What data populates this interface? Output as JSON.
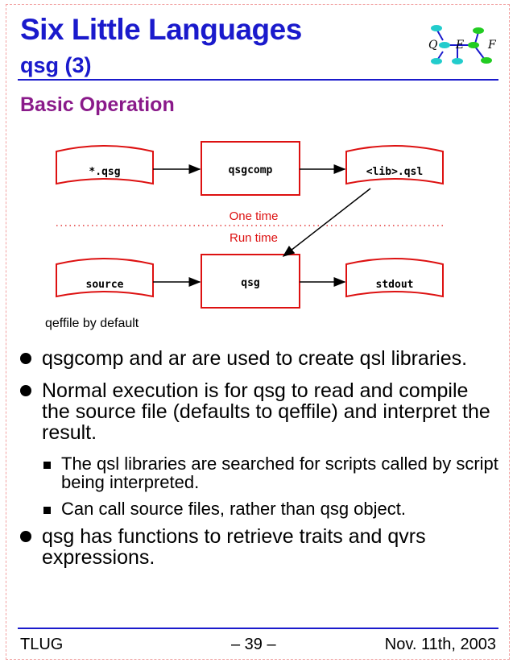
{
  "header": {
    "title": "Six Little Languages",
    "subtitle": "qsg (3)",
    "logo_letters": [
      "Q",
      "E",
      "F"
    ]
  },
  "section_title": "Basic Operation",
  "diagram": {
    "qsg_file": "*.qsg",
    "qsgcomp": "qsgcomp",
    "lib_qsl": "<lib>.qsl",
    "one_time": "One time",
    "run_time": "Run time",
    "source": "source",
    "qsg": "qsg",
    "stdout": "stdout",
    "source_note": "qeffile by default"
  },
  "bullets": {
    "b1": "qsgcomp and ar are used to create qsl libraries.",
    "b2": "Normal execution is for qsg to read and compile the source file (defaults to qeffile) and interpret the result.",
    "b2_sub1": "The qsl libraries are searched for scripts called by script being interpreted.",
    "b2_sub2": "Can call source files, rather than qsg object.",
    "b3": "qsg has functions to retrieve traits and qvrs expressions."
  },
  "footer": {
    "left": "TLUG",
    "page": "– 39 –",
    "date": "Nov. 11th, 2003"
  },
  "colors": {
    "title": "#1a1acc",
    "section": "#8a1a8a",
    "diagram": "#dd1111"
  }
}
